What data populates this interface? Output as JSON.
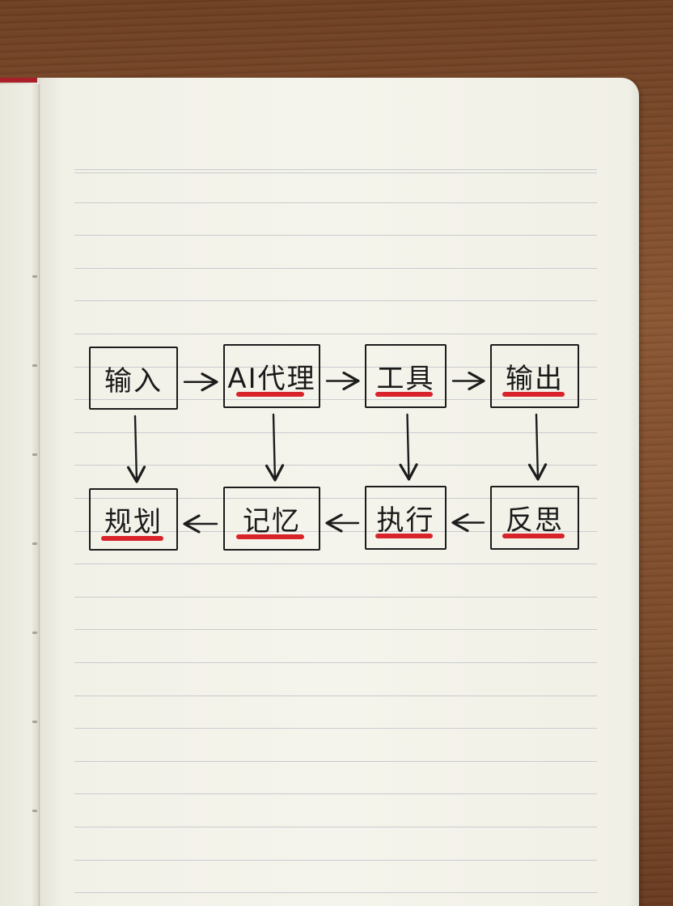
{
  "diagram": {
    "nodes": {
      "input": "输入",
      "agent": "AI代理",
      "tools": "工具",
      "output": "输出",
      "planning": "规划",
      "memory": "记忆",
      "execution": "执行",
      "reflection": "反思"
    },
    "underlined": [
      "agent",
      "tools",
      "output",
      "planning",
      "memory",
      "execution",
      "reflection"
    ],
    "edges": [
      [
        "input",
        "agent"
      ],
      [
        "agent",
        "tools"
      ],
      [
        "tools",
        "output"
      ],
      [
        "input",
        "planning"
      ],
      [
        "agent",
        "memory"
      ],
      [
        "tools",
        "execution"
      ],
      [
        "output",
        "reflection"
      ],
      [
        "reflection",
        "execution"
      ],
      [
        "execution",
        "memory"
      ],
      [
        "memory",
        "planning"
      ]
    ],
    "colors": {
      "ink": "#1c1c1c",
      "highlight": "#d9232b",
      "paper": "#f5f4ec"
    }
  }
}
